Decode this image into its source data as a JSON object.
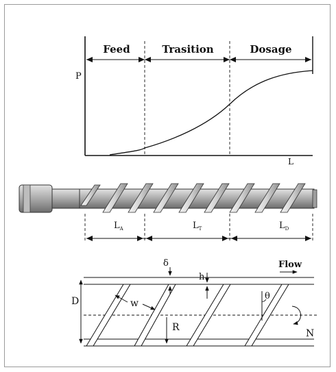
{
  "zones": {
    "feed": "Feed",
    "transition": "Trasition",
    "dosage": "Dosage"
  },
  "axes": {
    "y_label": "P",
    "x_label": "L"
  },
  "lengths": {
    "feed": {
      "main": "L",
      "sub": "A"
    },
    "transition": {
      "main": "L",
      "sub": "T"
    },
    "dosage": {
      "main": "L",
      "sub": "D"
    }
  },
  "geometry_labels": {
    "flow": "Flow",
    "delta": "δ",
    "h": "h",
    "w": "w",
    "D": "D",
    "theta": "θ",
    "R": "R",
    "N": "N"
  }
}
